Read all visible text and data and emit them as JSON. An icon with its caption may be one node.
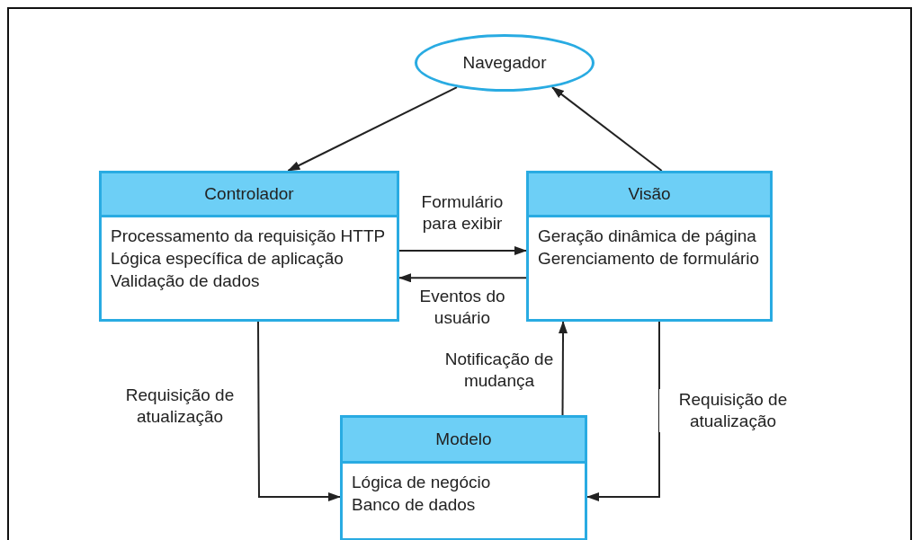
{
  "diagram": {
    "nodes": [
      {
        "text": [
          "Navegador"
        ]
      },
      {
        "text": [
          "Controlador",
          "Processamento da requisição HTTP",
          "Lógica específica de aplicação",
          "Validação de dados"
        ]
      },
      {
        "text": [
          "Visão",
          "Geração dinâmica de página",
          "Gerenciamento de formulário"
        ]
      },
      {
        "text": [
          "Modelo",
          "Lógica de negócio",
          "Banco de dados"
        ]
      }
    ],
    "edges": [
      {
        "from": 0,
        "to": 1,
        "arrow": "to"
      },
      {
        "from": 2,
        "to": 0,
        "arrow": "to"
      },
      {
        "from": 1,
        "to": 2,
        "arrow": "to",
        "label": "Formulário para exibir"
      },
      {
        "from": 2,
        "to": 1,
        "arrow": "to",
        "label": "Eventos do usuário"
      },
      {
        "from": 3,
        "to": 2,
        "arrow": "to",
        "label": "Notificação de mudança"
      },
      {
        "from": 1,
        "to": 3,
        "arrow": "to",
        "label": "Requisição de atualização"
      },
      {
        "from": 2,
        "to": 3,
        "arrow": "to",
        "label": "Requisição de atualização"
      }
    ]
  }
}
